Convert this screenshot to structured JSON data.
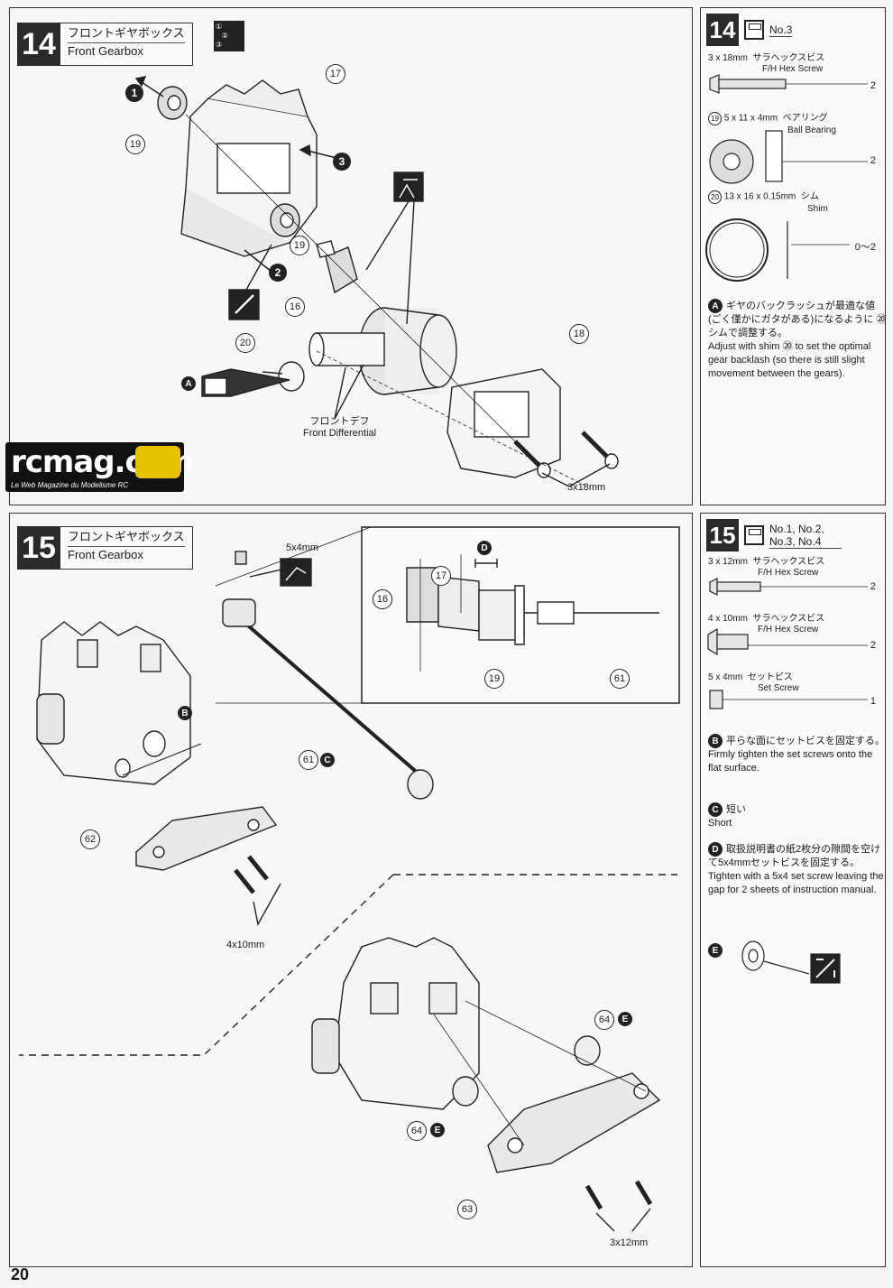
{
  "page_number": "20",
  "step14": {
    "number": "14",
    "title_jp": "フロントギヤボックス",
    "title_en": "Front Gearbox",
    "seq_icon": [
      "①",
      "②",
      "③"
    ],
    "callouts": [
      "17",
      "19",
      "19",
      "16",
      "20",
      "18"
    ],
    "bullets": [
      "1",
      "2",
      "3"
    ],
    "diff_jp": "フロントデフ",
    "diff_en": "Front Differential",
    "screw_label": "3x18mm",
    "note_marker": "A"
  },
  "step15": {
    "number": "15",
    "title_jp": "フロントギヤボックス",
    "title_en": "Front Gearbox",
    "set_screw_label": "5x4mm",
    "callouts": [
      "17",
      "16",
      "19",
      "61",
      "61",
      "62",
      "64",
      "64",
      "63"
    ],
    "markers": [
      "D",
      "B",
      "C",
      "E",
      "E"
    ],
    "screw_label_1": "4x10mm",
    "screw_label_2": "3x12mm"
  },
  "side14": {
    "number": "14",
    "bag": "No.3",
    "parts": [
      {
        "size": "3 x 18mm",
        "jp": "サラヘックスビス",
        "en": "F/H Hex Screw",
        "qty": "2"
      },
      {
        "id": "19",
        "size": "5 x 11 x 4mm",
        "jp": "ベアリング",
        "en": "Ball Bearing",
        "qty": "2"
      },
      {
        "id": "20",
        "size": "13 x 16 x 0.15mm",
        "jp": "シム",
        "en": "Shim",
        "qty": "0～2"
      }
    ],
    "note_marker": "A",
    "note_jp": "ギヤのバックラッシュが最適な値(ごく僅かにガタがある)になるように ⑳ シムで調整する。",
    "note_en": "Adjust with shim ⑳ to set the optimal gear backlash (so there is still slight movement between the gears)."
  },
  "side15": {
    "number": "15",
    "bag": "No.1, No.2, No.3, No.4",
    "parts": [
      {
        "size": "3 x 12mm",
        "jp": "サラヘックスビス",
        "en": "F/H Hex Screw",
        "qty": "2"
      },
      {
        "size": "4 x 10mm",
        "jp": "サラヘックスビス",
        "en": "F/H Hex Screw",
        "qty": "2"
      },
      {
        "size": "5 x 4mm",
        "jp": "セットビス",
        "en": "Set Screw",
        "qty": "1"
      }
    ],
    "notes": [
      {
        "mk": "B",
        "jp": "平らな面にセットビスを固定する。",
        "en": "Firmly tighten the set screws onto the flat surface."
      },
      {
        "mk": "C",
        "jp": "短い",
        "en": "Short"
      },
      {
        "mk": "D",
        "jp": "取扱説明書の紙2枚分の隙間を空けて5x4mmセットビスを固定する。",
        "en": "Tighten with a 5x4 set screw leaving the gap for 2 sheets of instruction manual."
      },
      {
        "mk": "E",
        "jp": "",
        "en": ""
      }
    ]
  },
  "logo": {
    "main": "rcmag.com",
    "sub": "Le Web Magazine du Modelisme RC"
  }
}
